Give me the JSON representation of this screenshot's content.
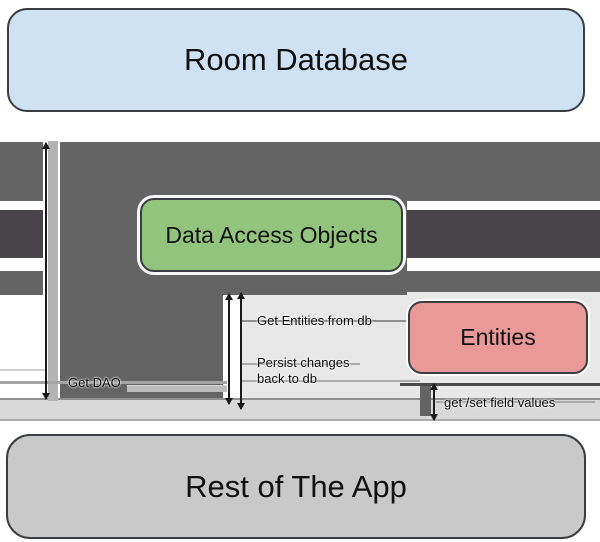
{
  "diagram": {
    "nodes": {
      "room_database": {
        "label": "Room Database",
        "fill": "#cfe2f3"
      },
      "data_access_objects": {
        "label": "Data Access Objects",
        "fill": "#93c47d"
      },
      "entities": {
        "label": "Entities",
        "fill": "#ea9999"
      },
      "rest_of_app": {
        "label": "Rest of The App",
        "fill": "#c9c9c9"
      }
    },
    "edge_labels": {
      "get_dao": "Get DAO",
      "get_entities_from_db": "Get Entities from db",
      "persist_changes": "Persist changes back to db",
      "get_set_field_values": "get /set field values"
    },
    "colors": {
      "block_gray": "#646464",
      "dark_band": "#49454b",
      "light_strip": "#b3b3b3",
      "panel_gray": "#e8e8e8",
      "bottom_band": "#d9d9d9",
      "arrow_black": "#1a1a1a",
      "node_border": "#3a3e42"
    }
  }
}
